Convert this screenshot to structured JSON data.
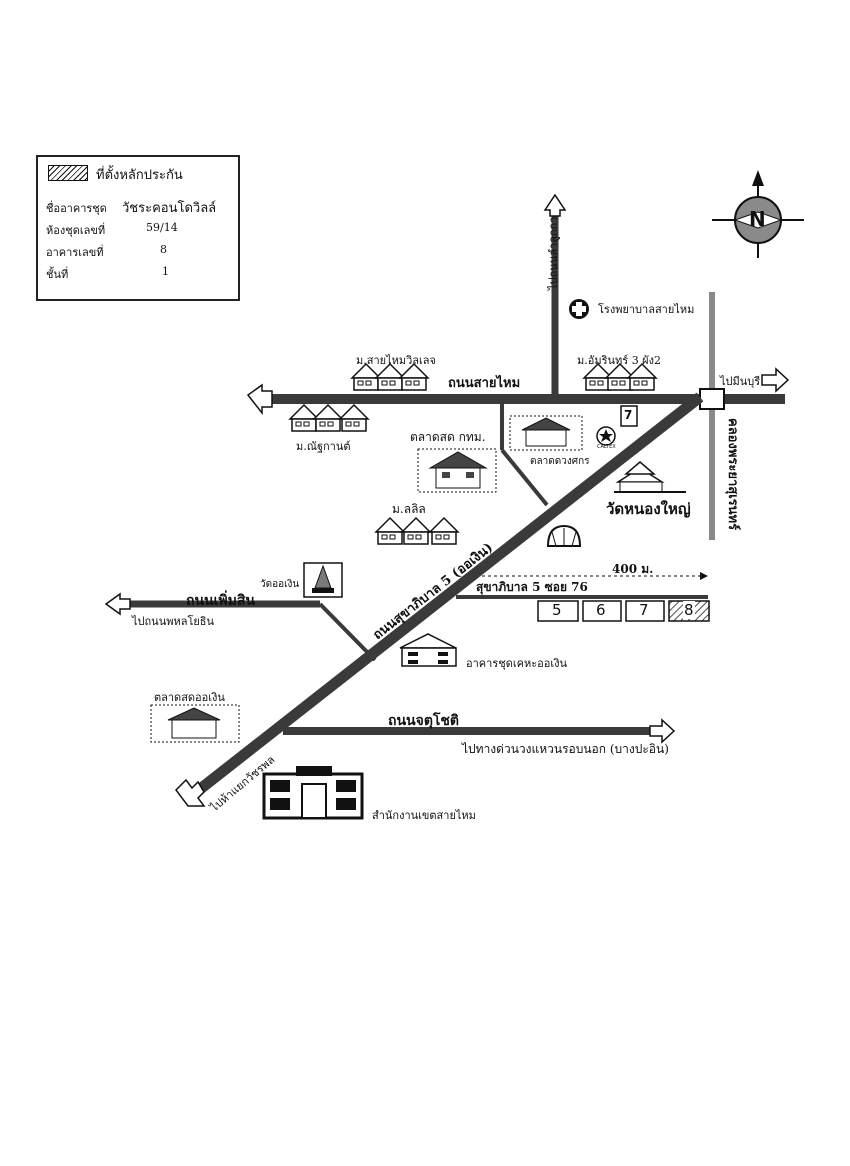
{
  "legend": {
    "title": "ที่ตั้งหลักประกัน",
    "rows": [
      {
        "label": "ชื่ออาคารชุด",
        "value": "วัชระคอนโดวิลล์"
      },
      {
        "label": "ห้องชุดเลขที่",
        "value": "59/14"
      },
      {
        "label": "อาคารเลขที่",
        "value": "8"
      },
      {
        "label": "ชั้นที่",
        "value": "1"
      }
    ]
  },
  "compass": {
    "letter": "N"
  },
  "roads": {
    "sai_mai": "ถนนสายไหม",
    "to_lamlukka": "ไปถนนลำลูกกา",
    "to_minburi": "ไปมีนบุรี",
    "canal": "คลองพระยาสุเรนทร์",
    "sukhaphiban": "ถนนสุขาภิบาล 5 (ออเงิน)",
    "soi76": "สุขาภิบาล 5 ซอย 76",
    "distance": "400 ม.",
    "phoem_sin": "ถนนเพิ่มสิน",
    "to_phahon": "ไปถนนพหลโยธิน",
    "chatuchot": "ถนนจตุโชติ",
    "to_expressway": "ไปทางด่วนวงแหวนรอบนอก (บางปะอิน)",
    "to_yaek": "ไปห้าแยกวัชรพล"
  },
  "places": {
    "hospital": "โรงพยาบาลสายไหม",
    "village_saimai": "ม.สายไหมวิลเลจ",
    "village_amarin": "ม.อัมรินทร์ 3 ผัง2",
    "village_nattakan": "ม.ณัฐกานต์",
    "market_bma": "ตลาดสด กทม.",
    "market_duangsakorn": "ตลาดดวงศกร",
    "caltex": "CALTEX",
    "seven_eleven": "7",
    "wat_nongyai": "วัดหนองใหญ่",
    "village_lalil": "ม.ลลิล",
    "wat_ongoen": "วัดออเงิน",
    "condo": "อาคารชุดเคหะออเงิน",
    "market_ongoen": "ตลาดสดออเงิน",
    "district_office": "สำนักงานเขตสายไหม"
  },
  "buildings": [
    "5",
    "6",
    "7",
    "8"
  ],
  "colors": {
    "road": "#3a3a3a",
    "canal": "#8a8a8a",
    "ink": "#111111",
    "temple_dome": "#7a7a7a"
  }
}
